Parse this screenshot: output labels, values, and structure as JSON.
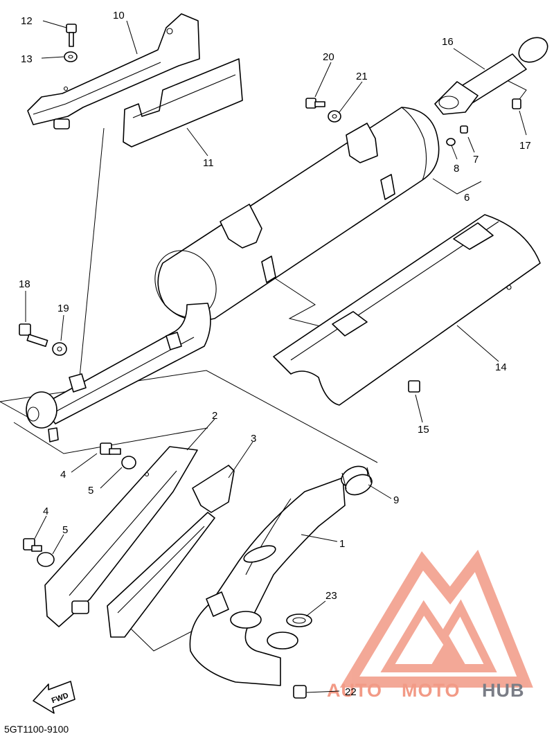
{
  "diagram": {
    "drawing_code": "5GT1100-9100",
    "fwd_label": "FWD",
    "watermark": {
      "part1": "AUTO",
      "part2": "MOTO",
      "part3": "HUB",
      "color_red": "#f29a86",
      "color_gray": "#7a7d86"
    },
    "callouts": [
      "1",
      "2",
      "3",
      "4",
      "4",
      "5",
      "5",
      "6",
      "7",
      "8",
      "9",
      "10",
      "11",
      "12",
      "13",
      "14",
      "15",
      "16",
      "17",
      "18",
      "19",
      "20",
      "21",
      "22",
      "23"
    ]
  }
}
